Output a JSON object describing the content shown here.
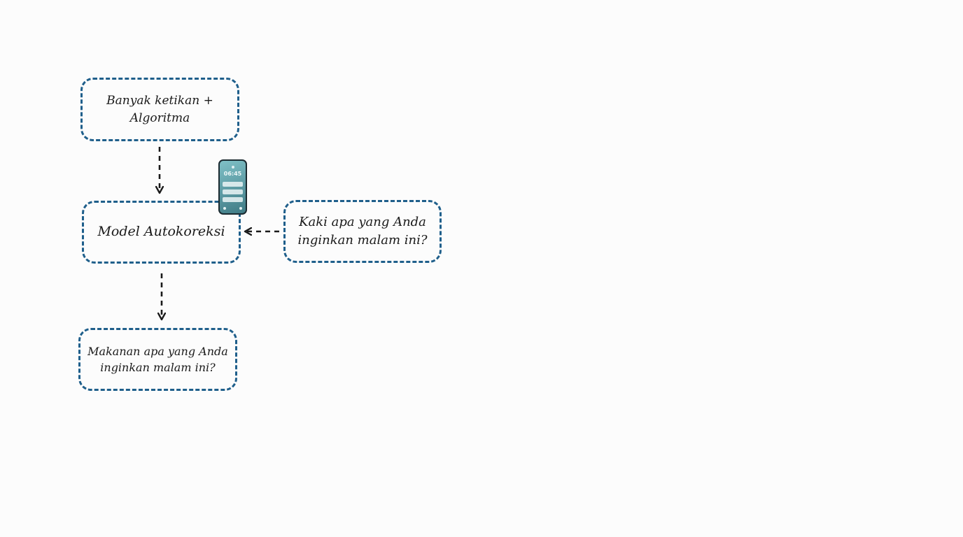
{
  "diagram": {
    "nodes": {
      "input": {
        "text": "Banyak ketikan +\nAlgoritma"
      },
      "model": {
        "text": "Model Autokoreksi"
      },
      "typo": {
        "text": "Kaki apa yang Anda\ninginkan malam ini?"
      },
      "output": {
        "text": "Makanan apa yang Anda\ninginkan malam ini?"
      }
    },
    "phone": {
      "clock": "06:45",
      "icon": "smartphone-icon"
    },
    "colors": {
      "node_border": "#1f5f8b",
      "arrow": "#1a1a1a",
      "background": "#fcfcfc"
    }
  }
}
